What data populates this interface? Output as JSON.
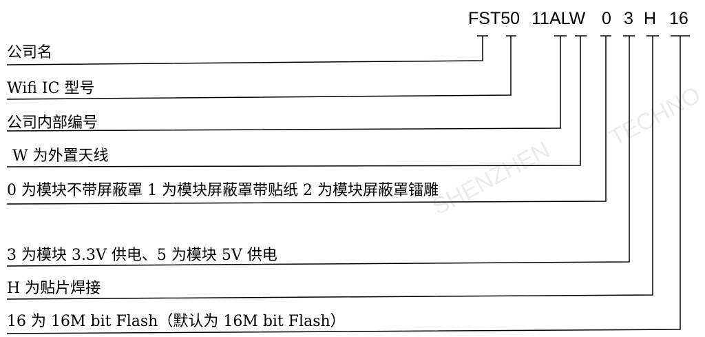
{
  "model": {
    "part1": "FST50",
    "part2": "11ALW",
    "part3": "0",
    "part4": "3",
    "part5": "H",
    "part6": "16"
  },
  "labels": {
    "company_name": "公司名",
    "wifi_ic": "Wifi IC 型号",
    "internal_no": "公司内部编号",
    "antenna": "W 为外置天线",
    "shield": "0 为模块不带屏蔽罩 1 为模块屏蔽罩带贴纸 2 为模块屏蔽罩镭雕",
    "power": "3 为模块 3.3V 供电、5 为模块 5V 供电",
    "solder": "H 为贴片焊接",
    "flash": "16 为 16M bit Flash（默认为 16M bit Flash）"
  },
  "watermark": {
    "line1": "SHENZHEN",
    "line2": "TECHNO"
  },
  "colors": {
    "text": "#000000",
    "watermark": "#c8c8c8"
  }
}
